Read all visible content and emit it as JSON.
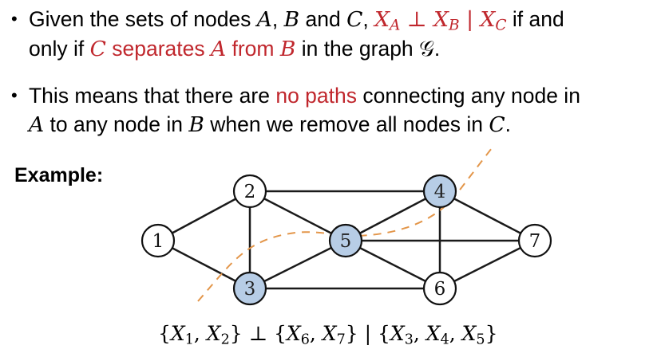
{
  "bullets": [
    {
      "marker": "•",
      "line1": {
        "t1": "Given the sets of nodes ",
        "m1": "A",
        "t2": ", ",
        "m2": "B",
        "t3": " and ",
        "m3": "C",
        "t4": ", ",
        "ind_x_a": "X",
        "ind_sub_a": "A",
        "ind_perp": " ⊥ ",
        "ind_x_b": "X",
        "ind_sub_b": "B",
        "ind_bar": " | ",
        "ind_x_c": "X",
        "ind_sub_c": "C",
        "t5": " if and"
      },
      "line2": {
        "t1": "only if ",
        "red_m1": "C",
        "red_t1": " separates ",
        "red_m2": "A",
        "red_t2": " from ",
        "red_m3": "B",
        "t2": " in the graph ",
        "m1": "𝒢",
        "t3": "."
      }
    },
    {
      "marker": "•",
      "line1": {
        "t1": "This means that there are ",
        "red": "no paths",
        "t2": " connecting any node in"
      },
      "line2": {
        "m1": "A",
        "t1": " to any node in ",
        "m2": "B",
        "t2": " when we remove all nodes in ",
        "m3": "C",
        "t3": "."
      }
    }
  ],
  "example_label": "Example:",
  "graph": {
    "nodes": [
      {
        "id": "1",
        "label": "1",
        "highlighted": false
      },
      {
        "id": "2",
        "label": "2",
        "highlighted": false
      },
      {
        "id": "3",
        "label": "3",
        "highlighted": true
      },
      {
        "id": "4",
        "label": "4",
        "highlighted": true
      },
      {
        "id": "5",
        "label": "5",
        "highlighted": true
      },
      {
        "id": "6",
        "label": "6",
        "highlighted": false
      },
      {
        "id": "7",
        "label": "7",
        "highlighted": false
      }
    ],
    "edges": [
      [
        "1",
        "2"
      ],
      [
        "1",
        "3"
      ],
      [
        "2",
        "3"
      ],
      [
        "2",
        "4"
      ],
      [
        "2",
        "5"
      ],
      [
        "3",
        "5"
      ],
      [
        "3",
        "6"
      ],
      [
        "4",
        "5"
      ],
      [
        "4",
        "6"
      ],
      [
        "4",
        "7"
      ],
      [
        "5",
        "6"
      ],
      [
        "5",
        "7"
      ],
      [
        "6",
        "7"
      ]
    ]
  },
  "caption": {
    "open1": "{",
    "x1": "X",
    "s1": "1",
    "comma1": ", ",
    "x2": "X",
    "s2": "2",
    "close1": "}",
    "perp": " ⊥ ",
    "open2": "{",
    "x6": "X",
    "s6": "6",
    "comma2": ", ",
    "x7": "X",
    "s7": "7",
    "close2": "}",
    "bar": " | ",
    "open3": "{",
    "x3": "X",
    "s3": "3",
    "comma3": ", ",
    "x4": "X",
    "s4": "4",
    "comma4": ", ",
    "x5": "X",
    "s5": "5",
    "close3": "}"
  },
  "colors": {
    "accent_red": "#c0272d",
    "node_highlight": "#b7cde6",
    "separator_dashed": "#e3964a",
    "edge": "#1a1a1a"
  }
}
